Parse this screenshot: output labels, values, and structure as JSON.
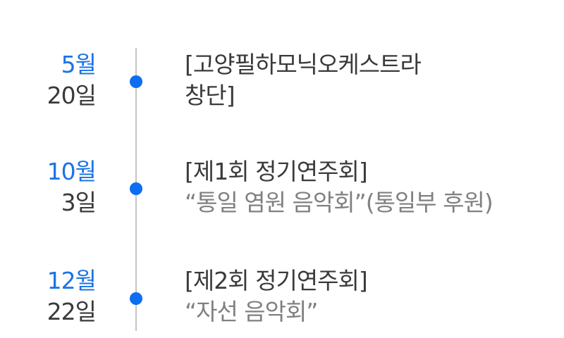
{
  "colors": {
    "accent": "#0b6ef2",
    "month": "#1a73e8",
    "text": "#3a3a3a",
    "subtext": "#808080",
    "line": "#c4c4c4"
  },
  "events": [
    {
      "month": "5월",
      "day": "20일",
      "title_line1": "[고양필하모닉오케스트라",
      "title_line2": "창단]"
    },
    {
      "month": "10월",
      "day": "3일",
      "title": "[제1회 정기연주회]",
      "subtitle": "“통일 염원 음악회”(통일부 후원)"
    },
    {
      "month": "12월",
      "day": "22일",
      "title": "[제2회 정기연주회]",
      "subtitle": "“자선 음악회”"
    }
  ]
}
